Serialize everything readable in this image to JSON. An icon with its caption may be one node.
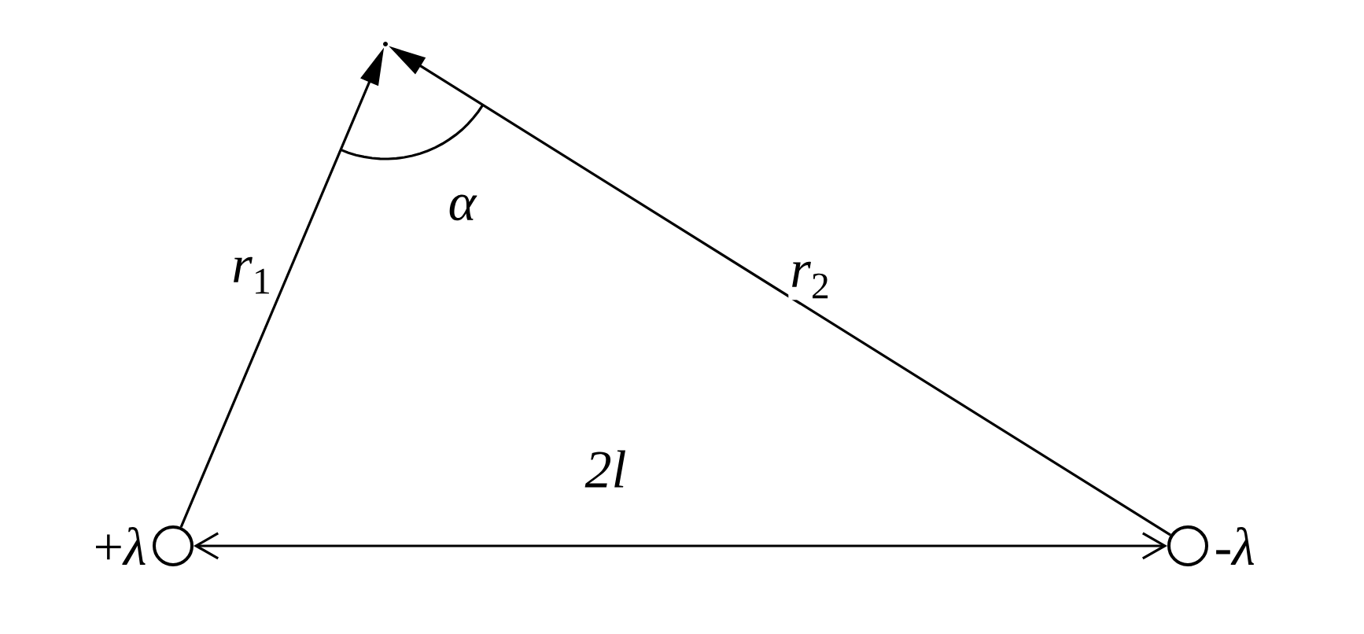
{
  "diagram": {
    "nodes": [
      {
        "text": [],
        "shape": "circle",
        "beside": [
          "+*λ*"
        ]
      },
      {
        "text": [],
        "shape": "point"
      },
      {
        "text": [],
        "shape": "circle",
        "beside": [
          "-*λ*"
        ]
      }
    ],
    "edges": [
      {
        "from": 0,
        "to": 1,
        "arrow": "to",
        "label": "*r*$_{1}$"
      },
      {
        "from": 2,
        "to": 1,
        "arrow": "to",
        "label": "*r*$_{2}$"
      },
      {
        "from": 0,
        "to": 2,
        "arrow": "both",
        "label": "*2l*"
      }
    ],
    "labels": [
      "*α*"
    ]
  }
}
